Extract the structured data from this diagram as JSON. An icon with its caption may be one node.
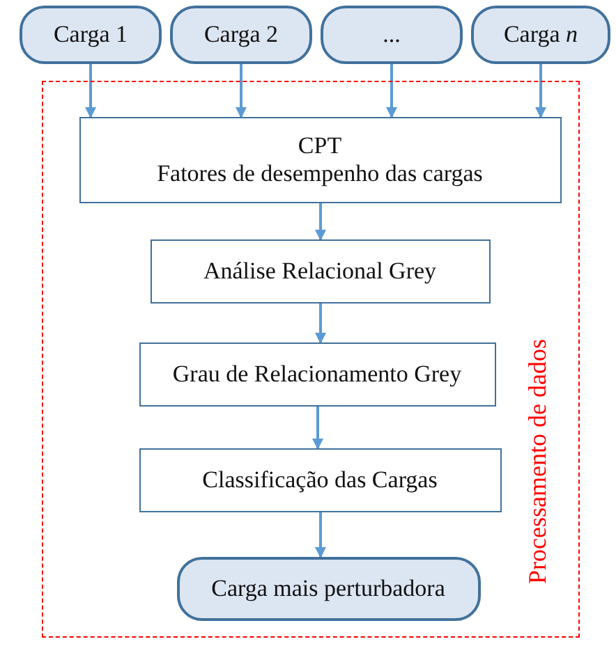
{
  "diagram": {
    "nodes": [
      {
        "text": [
          "Carga 1"
        ]
      },
      {
        "text": [
          "Carga 2"
        ]
      },
      {
        "text": [
          "..."
        ]
      },
      {
        "text": [
          "Carga *n*"
        ]
      },
      {
        "text": [
          "Processamento de dados"
        ]
      },
      {
        "text": [
          "CPT",
          "Fatores de desempenho das cargas"
        ],
        "in": 4
      },
      {
        "text": [
          "Análise Relacional Grey"
        ],
        "in": 4
      },
      {
        "text": [
          "Grau de Relacionamento Grey"
        ],
        "in": 4
      },
      {
        "text": [
          "Classificação das Cargas"
        ],
        "in": 4
      },
      {
        "text": [
          "Carga mais perturbadora"
        ],
        "in": 4
      }
    ],
    "edges": [
      {
        "from": 0,
        "to": 5,
        "arrow": "to"
      },
      {
        "from": 1,
        "to": 5,
        "arrow": "to"
      },
      {
        "from": 2,
        "to": 5,
        "arrow": "to"
      },
      {
        "from": 3,
        "to": 5,
        "arrow": "to"
      },
      {
        "from": 5,
        "to": 6,
        "arrow": "to"
      },
      {
        "from": 6,
        "to": 7,
        "arrow": "to"
      },
      {
        "from": 7,
        "to": 8,
        "arrow": "to"
      },
      {
        "from": 8,
        "to": 9,
        "arrow": "to"
      }
    ]
  }
}
